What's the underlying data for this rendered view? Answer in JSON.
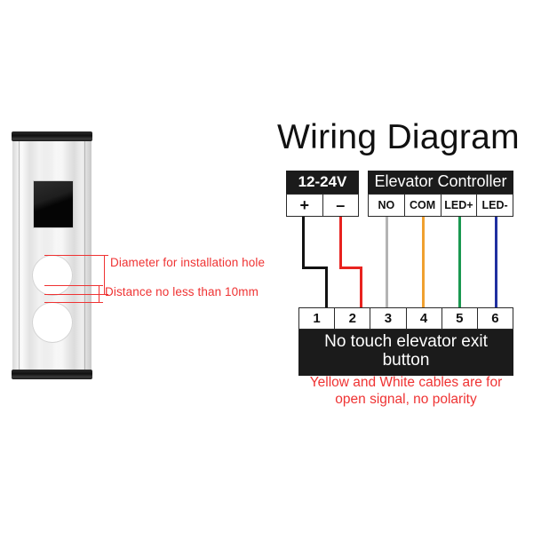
{
  "title": "Wiring Diagram",
  "device": {
    "name": "no-touch-elevator-exit-button-panel",
    "sensor_label": "sensor-window",
    "holes": [
      "mounting-hole-upper",
      "mounting-hole-lower"
    ]
  },
  "annotations": [
    {
      "id": "diameter",
      "text": "Diameter for installation hole"
    },
    {
      "id": "distance",
      "text": "Distance no less than 10mm"
    }
  ],
  "power_block": {
    "header": "12-24V",
    "terminals": [
      "+",
      "–"
    ]
  },
  "controller_block": {
    "header": "Elevator Controller",
    "terminals": [
      "NO",
      "COM",
      "LED+",
      "LED-"
    ]
  },
  "device_block": {
    "terminals": [
      "1",
      "2",
      "3",
      "4",
      "5",
      "6"
    ],
    "footer": "No touch elevator exit button"
  },
  "note": "Yellow and White cables are for open signal, no polarity",
  "colors": {
    "red_annotation": "#ef3333",
    "block_header_bg": "#1b1b1b",
    "wire_black": "#111111",
    "wire_red": "#e8221f",
    "wire_gray": "#b4b4b4",
    "wire_orange": "#f0a030",
    "wire_green": "#1a9850",
    "wire_blue": "#2030a0"
  },
  "wires": [
    {
      "from": "+",
      "to": "1",
      "color": "black"
    },
    {
      "from": "–",
      "to": "2",
      "color": "red"
    },
    {
      "from": "NO",
      "to": "3",
      "color": "gray"
    },
    {
      "from": "COM",
      "to": "4",
      "color": "orange"
    },
    {
      "from": "LED+",
      "to": "5",
      "color": "green"
    },
    {
      "from": "LED-",
      "to": "6",
      "color": "blue"
    }
  ]
}
